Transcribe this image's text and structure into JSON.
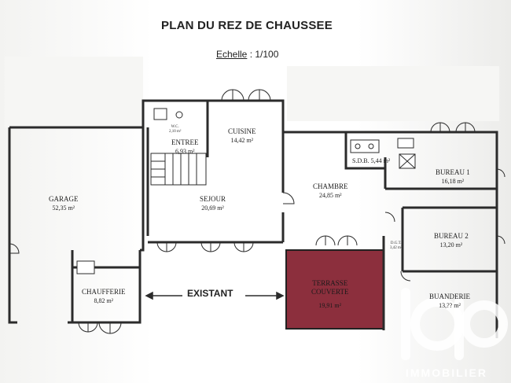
{
  "title": "PLAN DU REZ DE CHAUSSEE",
  "scale": {
    "label": "Echelle",
    "value": ": 1/100"
  },
  "rooms": {
    "garage": {
      "name": "GARAGE",
      "area": "52,35 m²"
    },
    "entree": {
      "name": "ENTREE",
      "area": "6,93 m²"
    },
    "cuisine": {
      "name": "CUISINE",
      "area": "14,42 m²"
    },
    "sejour": {
      "name": "SEJOUR",
      "area": "20,69 m²"
    },
    "chambre": {
      "name": "CHAMBRE",
      "area": "24,85 m²"
    },
    "sdb": {
      "name": "S.D.B. 5,44 m²"
    },
    "bureau1": {
      "name": "BUREAU 1",
      "area": "16,18 m²"
    },
    "bureau2": {
      "name": "BUREAU 2",
      "area": "13,20 m²"
    },
    "wc": {
      "name": "W.C.",
      "area": "2,10 m²"
    },
    "dgt": {
      "name": "D.G.T.",
      "area": "3,42 m²"
    },
    "chaufferie": {
      "name": "CHAUFFERIE",
      "area": "8,82 m²"
    },
    "terrasse": {
      "name1": "TERRASSE",
      "name2": "COUVERTE",
      "area": "19,91 m²"
    },
    "buanderie": {
      "name": "BUANDERIE",
      "area": "13,?? m²"
    }
  },
  "existant_label": "EXISTANT",
  "watermark": {
    "brand": "iad",
    "text": "IMMOBILIER"
  },
  "colors": {
    "terrasse": "#8c2f3d",
    "wall": "#2b2b2b"
  }
}
